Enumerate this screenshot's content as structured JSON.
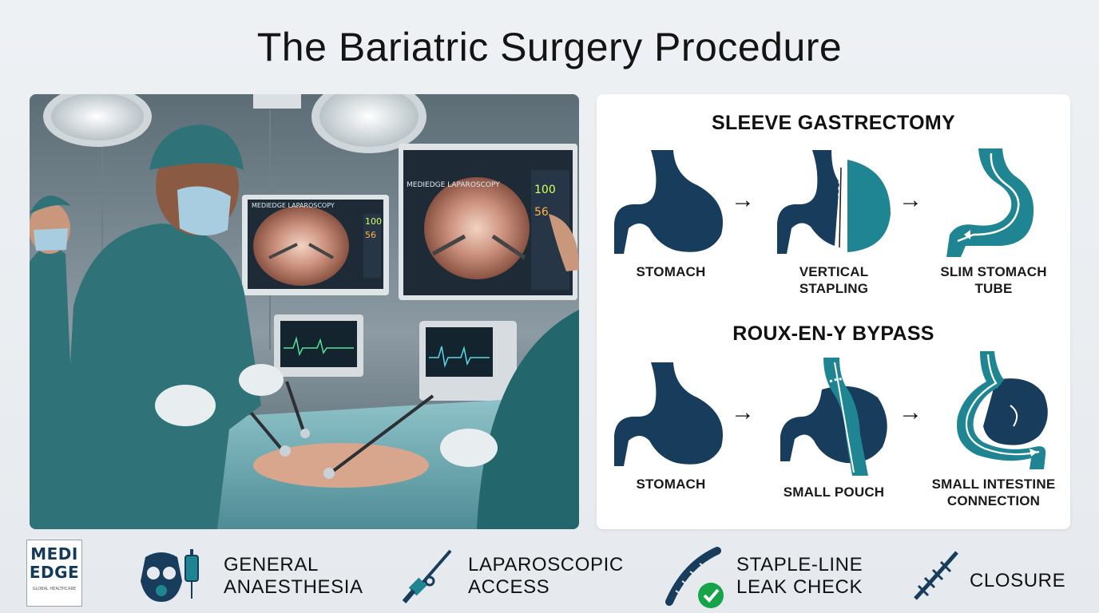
{
  "title": "The Bariatric Surgery Procedure",
  "photo": {
    "monitor_left_label": "MEDIEDGE LAPAROSCOPY",
    "monitor_left_hr": "100",
    "monitor_left_val": "56",
    "monitor_right_label": "MEDIEDGE LAPAROSCOPY",
    "monitor_right_hr": "100",
    "monitor_right_val": "56"
  },
  "sleeve": {
    "title": "SLEEVE GASTRECTOMY",
    "steps": [
      {
        "line1": "STOMACH",
        "line2": ""
      },
      {
        "line1": "VERTICAL",
        "line2": "STAPLING"
      },
      {
        "line1": "SLIM STOMACH",
        "line2": "TUBE"
      }
    ]
  },
  "bypass": {
    "title": "ROUX-EN-Y BYPASS",
    "steps": [
      {
        "line1": "STOMACH",
        "line2": ""
      },
      {
        "line1": "SMALL POUCH",
        "line2": ""
      },
      {
        "line1": "SMALL INTESTINE",
        "line2": "CONNECTION"
      }
    ]
  },
  "arrow_glyph": "→",
  "logo": {
    "line1": "MEDI",
    "line2": "EDGE",
    "sub": "GLOBAL HEALTHCARE"
  },
  "footer": [
    {
      "icon": "anaesthesia-mask-iv-icon",
      "line1": "GENERAL",
      "line2": "ANAESTHESIA"
    },
    {
      "icon": "laparoscope-icon",
      "line1": "LAPAROSCOPIC",
      "line2": "ACCESS"
    },
    {
      "icon": "stapler-check-icon",
      "line1": "STAPLE-LINE",
      "line2": "LEAK CHECK"
    },
    {
      "icon": "suture-icon",
      "line1": "CLOSURE",
      "line2": ""
    }
  ],
  "colors": {
    "navy": "#173c5c",
    "teal": "#1f8592",
    "check": "#16a34a"
  }
}
